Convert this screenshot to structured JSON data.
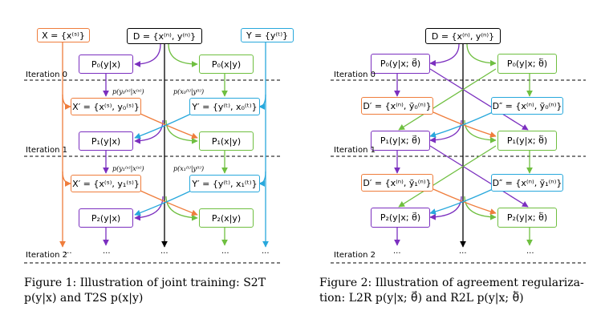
{
  "colors": {
    "orange": "#ef7d3c",
    "purple": "#7b2fbf",
    "green": "#6fbf40",
    "blue": "#28a8dc",
    "black": "#000000"
  },
  "fig1": {
    "x_box": "X = {x⁽ˢ⁾}",
    "d_box": "D = {x⁽ⁿ⁾, y⁽ⁿ⁾}",
    "y_box": "Y = {y⁽ᵗ⁾}",
    "p0_yx": "P₀(y|x)",
    "p0_xy": "P₀(x|y)",
    "xprime0": "X′ = {x⁽ˢ⁾, y₀⁽ˢ⁾}",
    "yprime0": "Y′ = {y⁽ᵗ⁾, x₀⁽ᵗ⁾}",
    "p1_yx": "P₁(y|x)",
    "p1_xy": "P₁(x|y)",
    "xprime1": "X′ = {x⁽ˢ⁾, y₁⁽ˢ⁾}",
    "yprime1": "Y′ = {y⁽ᵗ⁾, x₁⁽ᵗ⁾}",
    "p2_yx": "P₂(y|x)",
    "p2_xy": "P₂(x|y)",
    "note0_left": "p(y₀⁽ˢ⁾|x⁽ˢ⁾)",
    "note0_right": "p(x₀⁽ᵗ⁾|y⁽ᵗ⁾)",
    "note1_left": "p(y₁⁽ˢ⁾|x⁽ˢ⁾)",
    "note1_right": "p(x₁⁽ᵗ⁾|y⁽ᵗ⁾)",
    "iter0": "Iteration 0",
    "iter1": "Iteration 1",
    "iter2": "Iteration 2",
    "dots": "···",
    "caption_line1": "Figure 1:  Illustration of joint training:  S2T",
    "caption_line2": "p(y|x) and T2S p(x|y)"
  },
  "fig2": {
    "d_box": "D = {x⁽ⁿ⁾, y⁽ⁿ⁾}",
    "p0_l2r": "P₀(y|x; θ⃗)",
    "p0_r2l": "P₀(y|x; θ⃖)",
    "d1_0": "D′ = {x⁽ⁿ⁾, ỹ₀⁽ⁿ⁾}",
    "d2_0": "D″ = {x⁽ⁿ⁾, ỹ₀⁽ⁿ⁾}",
    "p1_l2r": "P₁(y|x; θ⃗)",
    "p1_r2l": "P₁(y|x; θ⃖)",
    "d1_1": "D′ = {x⁽ⁿ⁾, ỹ₁⁽ⁿ⁾}",
    "d2_1": "D″ = {x⁽ⁿ⁾, ỹ₁⁽ⁿ⁾}",
    "p2_l2r": "P₂(y|x; θ⃗)",
    "p2_r2l": "P₂(y|x; θ⃖)",
    "iter0": "Iteration 0",
    "iter1": "Iteration 1",
    "iter2": "Iteration 2",
    "dots": "···",
    "caption_line1": "Figure 2:  Illustration of agreement regulariza-",
    "caption_line2": "tion:  L2R p(y|x; θ⃗) and R2L p(y|x; θ⃖)"
  }
}
